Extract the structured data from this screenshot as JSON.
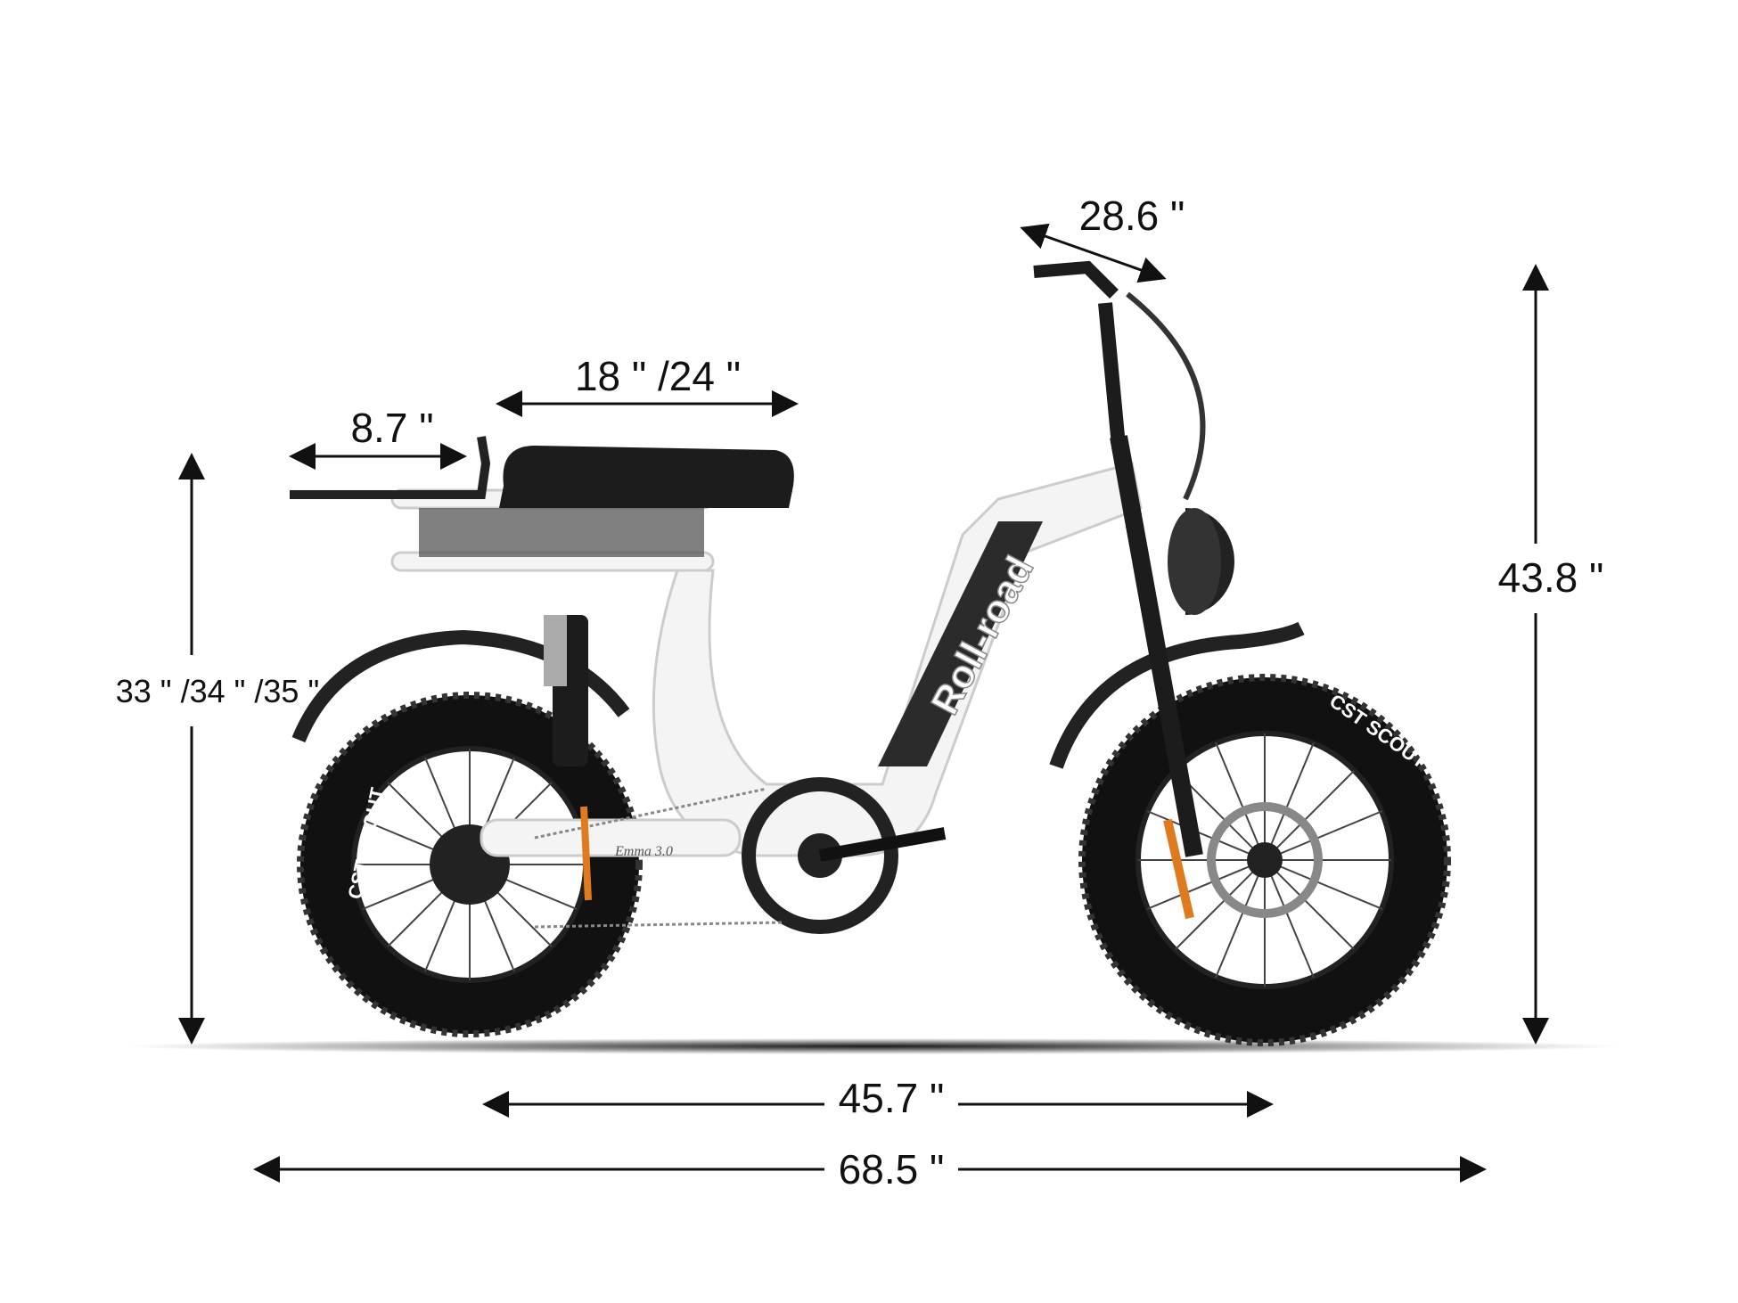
{
  "dimensions": {
    "handlebar_width": "28.6 \"",
    "seat_length": "18 \" /24 \"",
    "rear_rack_length": "8.7 \"",
    "seat_height": "33 \" /34 \" /35 \"",
    "overall_height": "43.8 \"",
    "wheelbase": "45.7 \"",
    "overall_length": "68.5 \""
  },
  "product": {
    "frame_brand": "Roll-road",
    "model": "Emma 3.0",
    "tire_brand": "CST SCOUT",
    "frame_color": "#f4f4f4",
    "accent_color": "#e07a1f"
  }
}
